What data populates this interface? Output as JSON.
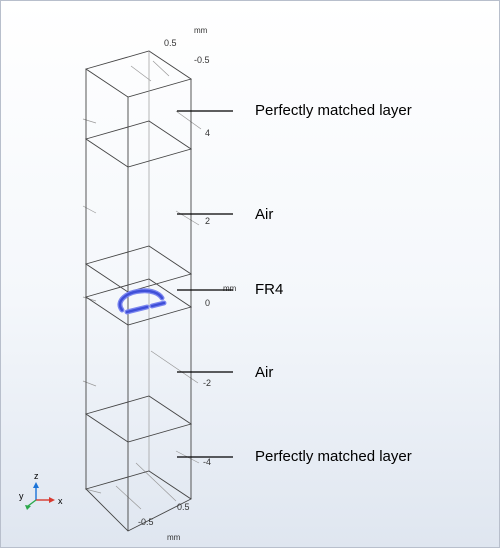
{
  "geometry_view": {
    "units": {
      "top": "mm",
      "side": "mm",
      "bottom": "mm"
    },
    "ticks": {
      "top_x": "0.5",
      "top_y": "-0.5",
      "z_4": "4",
      "z_2": "2",
      "z_0": "0",
      "z_m2": "-2",
      "z_m4": "-4",
      "bottom_x": "-0.5",
      "bottom_y": "0.5"
    },
    "layers": [
      {
        "label": "Perfectly matched layer"
      },
      {
        "label": "Air"
      },
      {
        "label": "FR4"
      },
      {
        "label": "Air"
      },
      {
        "label": "Perfectly matched layer"
      }
    ],
    "colors": {
      "antenna": "#3f4fd8",
      "edge": "#444444",
      "background_bottom": "#dfe6f0"
    }
  },
  "axis_triad": {
    "x": "x",
    "y": "y",
    "z": "z"
  }
}
